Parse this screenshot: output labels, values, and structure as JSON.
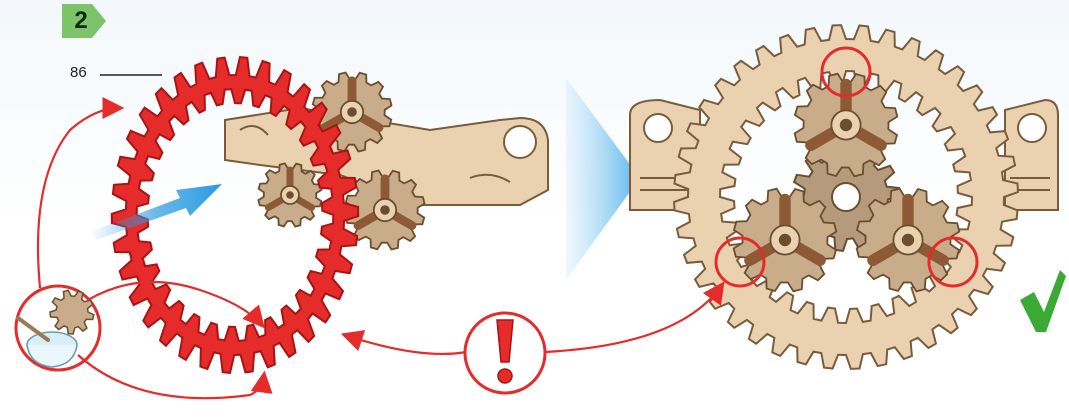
{
  "step": {
    "number": "2"
  },
  "part_label": {
    "text": "86"
  },
  "colors": {
    "highlight": "#e62b2b",
    "wood": "#ead2b0",
    "wood_dark": "#b59a7b",
    "dowel": "#8e5a36",
    "arrow_blue": "#2b9be0",
    "check_green": "#3aaa35",
    "step_badge": "#7cc36a"
  },
  "icons": {
    "step": "step-number-badge",
    "glue": "glue-pot-icon",
    "warning": "exclamation-icon",
    "check": "checkmark-icon",
    "direction": "blue-arrow",
    "next": "next-step-chevron"
  }
}
